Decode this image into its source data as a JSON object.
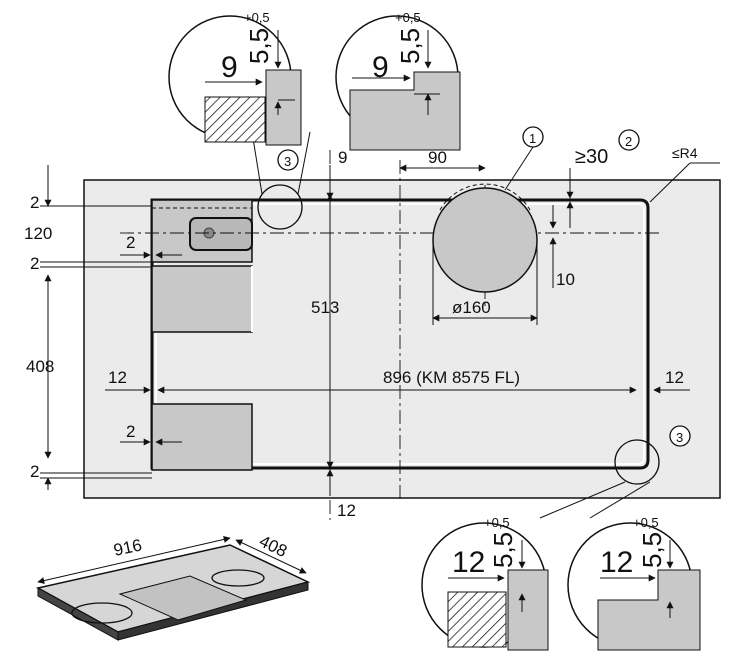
{
  "labels": {
    "d9_top": "9",
    "d90": "90",
    "callout1": "1",
    "callout2": "2",
    "ge30": "≥30",
    "r4": "≤R4",
    "d2_a": "2",
    "d120": "120",
    "d2_b": "2",
    "d2_c": "2",
    "d513": "513",
    "d10": "10",
    "d160": "ø160",
    "d408_left": "408",
    "d12_left": "12",
    "d896": "896 (KM 8575 FL)",
    "d12_right": "12",
    "d2_d": "2",
    "d2_e": "2",
    "d12_bottom": "12",
    "callout3_a": "3",
    "callout3_b": "3",
    "d916": "916",
    "d408_iso": "408",
    "detail_tl_9": "9",
    "detail_tl_tol": "+0,5",
    "detail_tl_55": "5,5",
    "detail_tr_9": "9",
    "detail_tr_tol": "+0,5",
    "detail_tr_55": "5,5",
    "detail_bl_12": "12",
    "detail_bl_tol": "+0,5",
    "detail_bl_55": "5,5",
    "detail_br_12": "12",
    "detail_br_tol": "+0,5",
    "detail_br_55": "5,5"
  },
  "colors": {
    "worktop": "#ebebeb",
    "cutout_grey": "#c8c8c8",
    "hob_grey": "#d6d6d6",
    "line": "#111111"
  }
}
